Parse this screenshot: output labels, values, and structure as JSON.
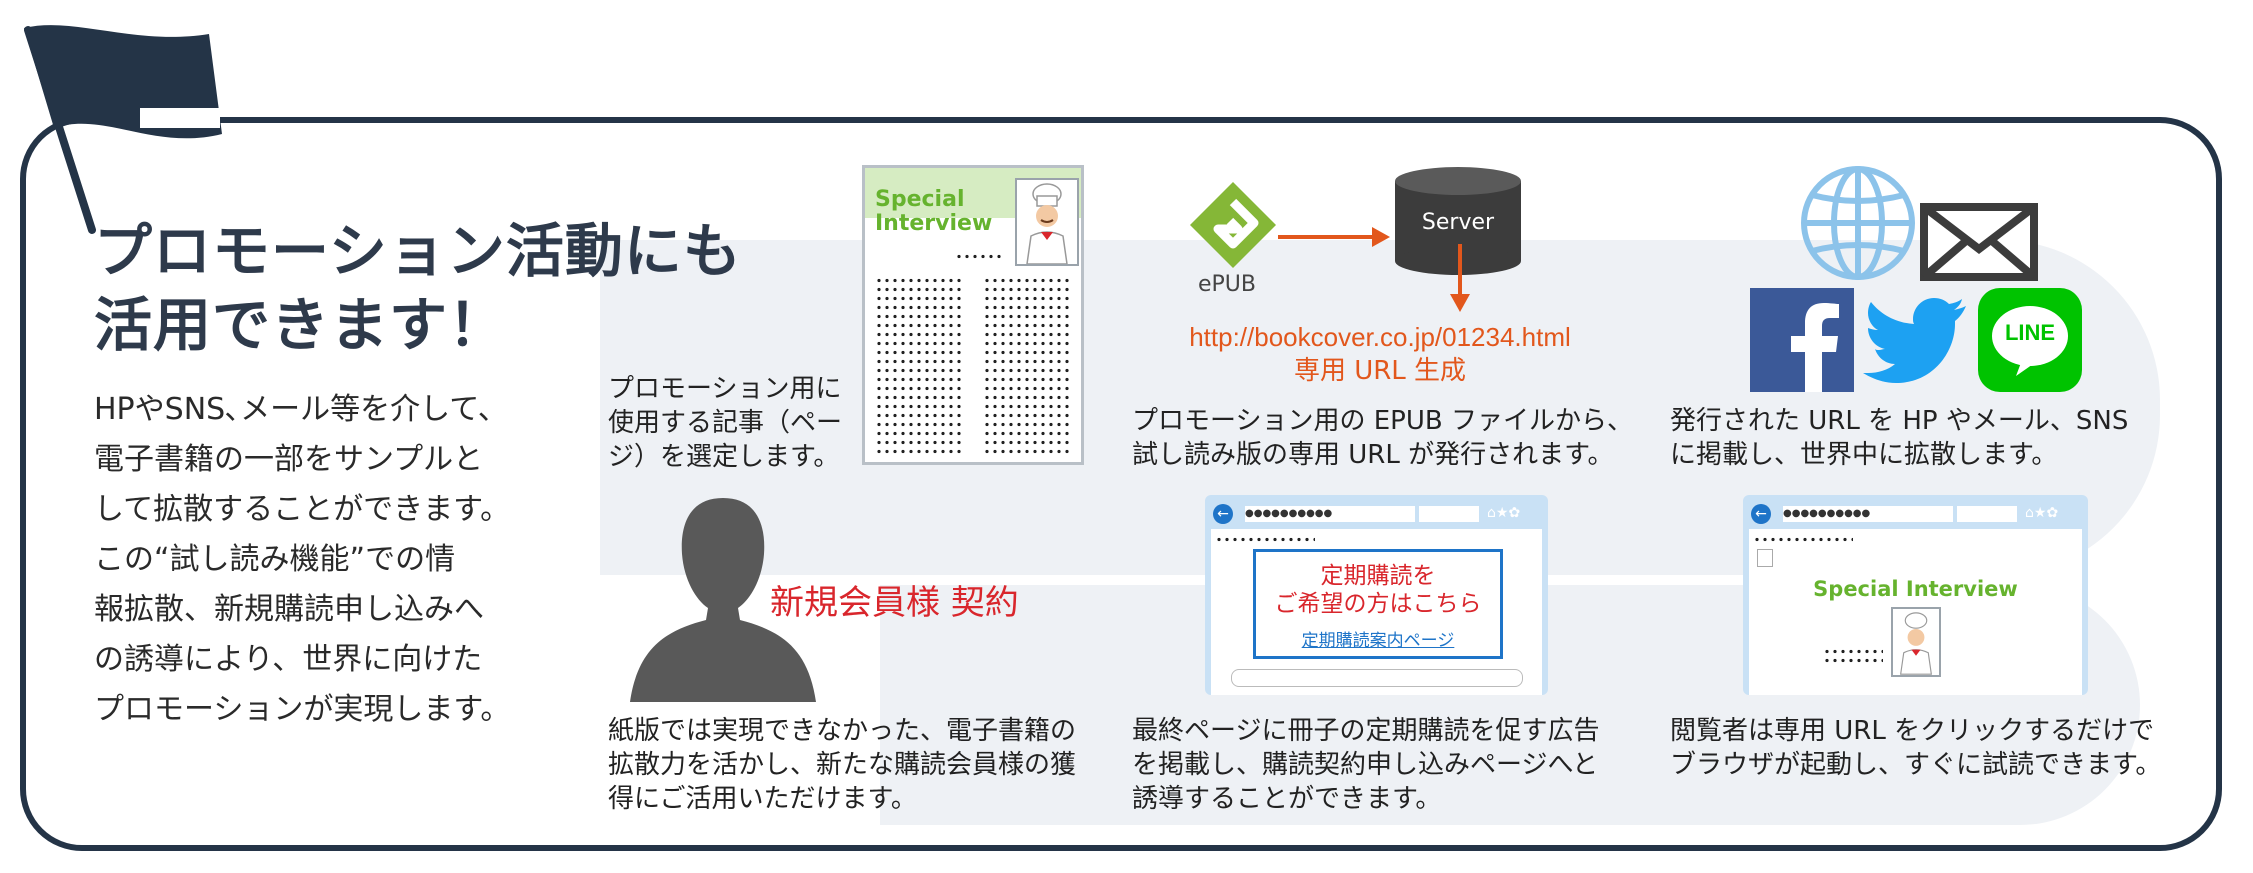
{
  "title": {
    "line1": "プロモーション活動にも",
    "line2": "活用できます！"
  },
  "intro": [
    "HPやSNS､メール等を介して、",
    "電子書籍の一部をサンプルと",
    "して拡散することができます。",
    "この“試し読み機能”での情",
    "報拡散、新規購読申し込みへ",
    "の誘導により、世界に向けた",
    "プロモーションが実現します。"
  ],
  "step1": {
    "caption": [
      "プロモーション用に",
      "使用する記事（ペー",
      "ジ）を選定します。"
    ],
    "doc_title": [
      "Special",
      "Interview"
    ]
  },
  "step2": {
    "epub_label": "ePUB",
    "server_label": "Server",
    "url": "http://bookcover.co.jp/01234.html",
    "url_note": "専用 URL 生成",
    "caption": [
      "プロモーション用の EPUB ファイルから、",
      "試し読み版の専用 URL が発行されます。"
    ]
  },
  "step3": {
    "line_badge": "LINE",
    "caption": [
      "発行された URL を HP やメール、SNS",
      "に掲載し、世界中に拡散します。"
    ]
  },
  "step4": {
    "browser_url": "●●●●●●●●●●",
    "browser_text": "Special Interview",
    "caption": [
      "閲覧者は専用 URL をクリックするだけで",
      "ブラウザが起動し、すぐに試読できます。"
    ]
  },
  "step5": {
    "browser_url": "●●●●●●●●●●",
    "ad_line1": "定期購読を",
    "ad_line2": "ご希望の方はこちら",
    "ad_link": "定期購読案内ページ",
    "caption": [
      "最終ページに冊子の定期購読を促す広告",
      "を掲載し、購読契約申し込みページへと",
      "誘導することができます。"
    ]
  },
  "step6": {
    "label": "新規会員様 契約",
    "caption": [
      "紙版では実現できなかった、電子書籍の",
      "拡散力を活かし、新たな購読会員様の獲",
      "得にご活用いただけます。"
    ]
  },
  "colors": {
    "navy": "#243447",
    "orange": "#e2571c",
    "red": "#d9262c",
    "green": "#66b32e",
    "fb": "#3b5998",
    "twitter": "#1da1f2",
    "line": "#00c300"
  }
}
